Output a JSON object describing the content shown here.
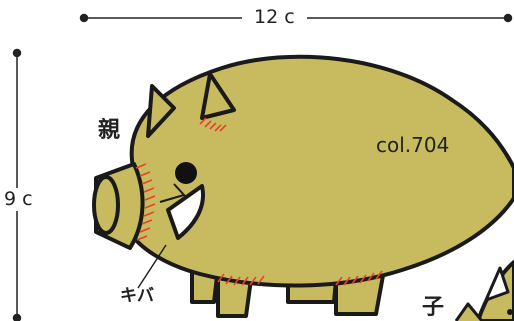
{
  "dimensions": {
    "width_label": "12 c",
    "height_label": "9 c"
  },
  "labels": {
    "parent": "親",
    "color": "col.704",
    "tusk": "キバ",
    "child": "子"
  },
  "colors": {
    "body_fill": "#c8bb5f",
    "outline": "#1a1a1a",
    "stitch": "#e8412c",
    "eye": "#111111",
    "tusk": "#ffffff"
  }
}
